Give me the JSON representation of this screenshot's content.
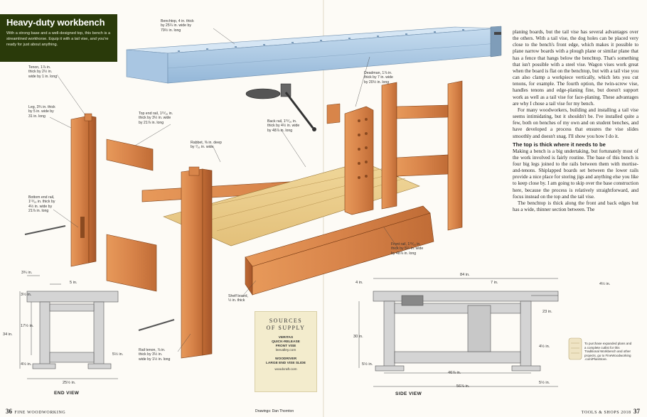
{
  "header": {
    "title": "Heavy-duty workbench",
    "intro": "With a strong base and a well-designed top, this bench is a streamlined workhorse. Equip it with a tail vise, and you're ready for just about anything."
  },
  "labels": {
    "benchtop": "Benchtop, 4 in. thick\nby 25¼ in. wide by\n79½ in. long",
    "tenon": "Tenon, 1⅞ in.\nthick by 2½ in.\nwide by 1 in. long",
    "leg": "Leg, 3¾ in. thick\nby 5 in. wide by\n31 in. long",
    "top_end_rail": "Top end rail, 1¹⁵⁄₁₆ in.\nthick by 3½ in. wide\nby 21⅞ in. long",
    "rabbet": "Rabbet, ⅜ in. deep\nby ⁷⁄₁₆ in. wide",
    "back_rail": "Back rail, 1¹⁵⁄₁₆ in.\nthick by 4½ in. wide\nby 48⅞ in. long",
    "deadman": "Deadman, 1⅞ in.\nthick by 7 in. wide\nby 20½ in. long",
    "bottom_end_rail": "Bottom end rail,\n1¹⁵⁄₁₆ in. thick by\n4½ in. wide by\n21⅞ in. long",
    "front_rail": "Front rail, 1¹⁵⁄₁₆ in.\nthick by 5¼ in. wide\nby 48⅞ in. long",
    "shelf_board": "Shelf board,\n½ in. thick",
    "rail_tenon": "Rail tenon, ⅞ in.\nthick by 3½ in.\nwide by 1½ in. long"
  },
  "end_view": {
    "caption": "END VIEW",
    "dims": {
      "top_overhang": "3¾ in.",
      "leg_width": "5 in.",
      "top_thick": "3½ in.",
      "upper_span": "17½ in.",
      "height": "34 in.",
      "base_rail": "5½ in.",
      "foot": "4½ in.",
      "width": "25½ in."
    }
  },
  "side_view": {
    "caption": "SIDE VIEW",
    "dims": {
      "length": "84 in.",
      "top_left": "4 in.",
      "vise_gap": "7 in.",
      "right_end": "4½ in.",
      "right_span": "23 in.",
      "height": "30 in.",
      "lower_gap": "4½ in.",
      "foot_height": "5½ in.",
      "rail_span": "46⅞ in.",
      "right_foot": "5½ in.",
      "overall_base": "56⅞ in."
    }
  },
  "sources": {
    "heading_1": "SOURCES",
    "heading_2": "OF SUPPLY",
    "vendor_1": "VERITAS",
    "product_1a": "QUICK-RELEASE",
    "product_1b": "FRONT VISE",
    "url_1": "leevalley.com",
    "vendor_2": "WOODRIVER",
    "product_2": "LARGE END VISE SLIDE",
    "url_2": "woodcraft.com"
  },
  "body": {
    "p1": "planing boards, but the tail vise has several advantages over the others. With a tail vise, the dog holes can be placed very close to the bench's front edge, which makes it possible to plane narrow boards with a plough plane or similar plane that has a fence that hangs below the benchtop. That's something that isn't possible with a steel vise. Wagon vises work great when the board is flat on the benchtop, but with a tail vise you can also clamp a workpiece vertically, which lets you cut tenons, for example. The fourth option, the twin-screw vise, handles tenons and edge-planing fine, but doesn't support work as well as a tail vise for face-planing. These advantages are why I chose a tail vise for my bench.",
    "p2": "For many woodworkers, building and installing a tail vise seems intimidating, but it shouldn't be. I've installed quite a few, both on benches of my own and on student benches, and have developed a process that ensures the vise slides smoothly and doesn't snag. I'll show you how I do it.",
    "heading": "The top is thick where it needs to be",
    "p3": "Making a bench is a big undertaking, but fortunately most of the work involved is fairly routine. The base of this bench is four big legs joined to the rails between them with mortise-and-tenons. Shiplapped boards set between the lower rails provide a nice place for storing jigs and anything else you like to keep close by. I am going to skip over the base construction here, because the process is relatively straightforward, and focus instead on the top and the tail vise.",
    "p4": "The benchtop is thick along the front and back edges but has a wide, thinner section between. The"
  },
  "purchase": "To purchase expanded plans and a complete cutlist for this Traditional Workbench and other projects, go to FineWoodworking .com/PlanStore.",
  "footer": {
    "left_num": "36",
    "left_mag": "FINE WOODWORKING",
    "credit": "Drawings: Dan Thornton",
    "right_issue": "TOOLS & SHOPS 2018",
    "right_num": "37"
  },
  "colors": {
    "title_bg": "#2a3a0a",
    "wood": "#d8854a",
    "benchtop": "#a9c6e2",
    "sources_bg": "#f3eccd"
  }
}
